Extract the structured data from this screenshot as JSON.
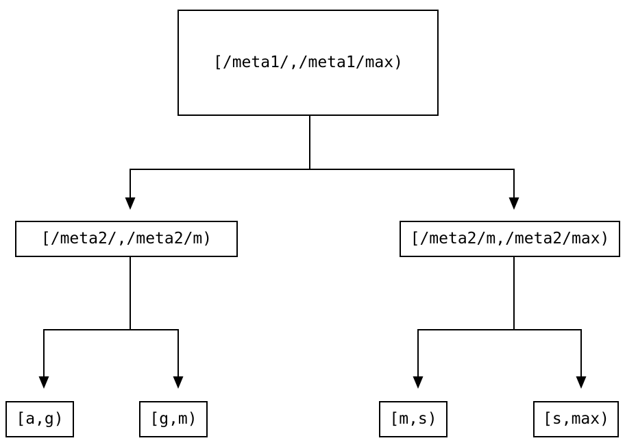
{
  "diagram": {
    "type": "tree",
    "nodes": {
      "root": {
        "label": "[/meta1/,/meta1/max)"
      },
      "meta2_low": {
        "label": "[/meta2/,/meta2/m)"
      },
      "meta2_high": {
        "label": "[/meta2/m,/meta2/max)"
      },
      "leaf_a_g": {
        "label": "[a,g)"
      },
      "leaf_g_m": {
        "label": "[g,m)"
      },
      "leaf_m_s": {
        "label": "[m,s)"
      },
      "leaf_s_max": {
        "label": "[s,max)"
      }
    },
    "edges": [
      {
        "from": "root",
        "to": "meta2_low"
      },
      {
        "from": "root",
        "to": "meta2_high"
      },
      {
        "from": "meta2_low",
        "to": "leaf_a_g"
      },
      {
        "from": "meta2_low",
        "to": "leaf_g_m"
      },
      {
        "from": "meta2_high",
        "to": "leaf_m_s"
      },
      {
        "from": "meta2_high",
        "to": "leaf_s_max"
      }
    ],
    "colors": {
      "background": "#ffffff",
      "line": "#000000",
      "box_border": "#000000",
      "text": "#000000",
      "arrowhead": "#000000"
    }
  }
}
